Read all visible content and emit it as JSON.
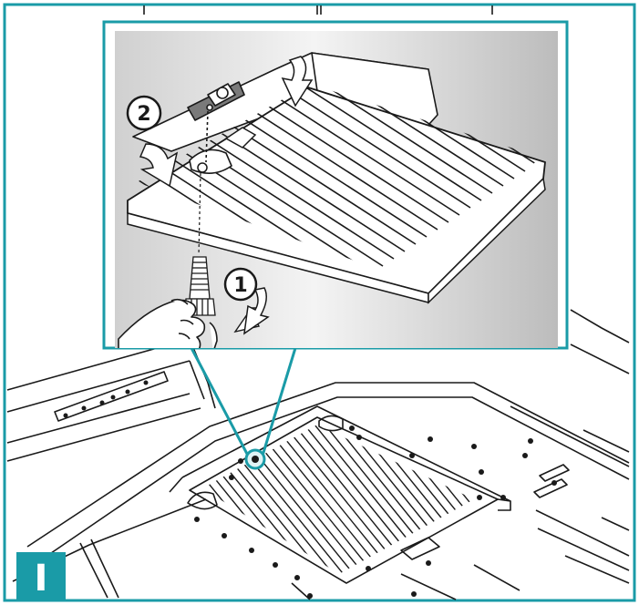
{
  "figure": {
    "section_letter": "I",
    "steps": [
      {
        "label": "1"
      },
      {
        "label": "2"
      }
    ]
  },
  "colors": {
    "frame": "#1a9ba7",
    "badge": "#1a9ba7",
    "badge_text": "#ffffff",
    "line": "#1a1a1a",
    "inset_bg_light": "#f4f4f4",
    "inset_bg_dark": "#b8b8b8"
  }
}
